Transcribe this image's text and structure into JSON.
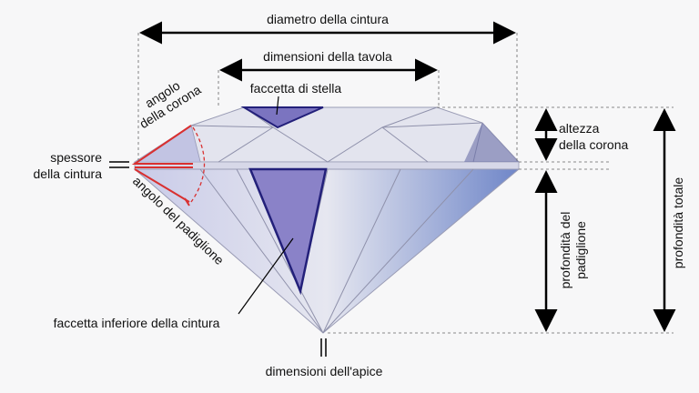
{
  "labels": {
    "girdle_diameter": "diametro della cintura",
    "table_size": "dimensioni della tavola",
    "star_facet": "faccetta di stella",
    "crown_angle_1": "angolo",
    "crown_angle_2": "della corona",
    "girdle_thickness_1": "spessore",
    "girdle_thickness_2": "della cintura",
    "pavilion_angle": "angolo del padiglione",
    "crown_height_1": "altezza",
    "crown_height_2": "della corona",
    "pavilion_depth_1": "profondità del",
    "pavilion_depth_2": "padiglione",
    "total_depth": "profondità totale",
    "lower_girdle_facet": "faccetta inferiore della cintura",
    "culet_size": "dimensioni dell'apice"
  },
  "colors": {
    "facet_highlight": "#7b74c0",
    "angle_marker": "#d93030",
    "diamond_base": "#dcdde8"
  }
}
